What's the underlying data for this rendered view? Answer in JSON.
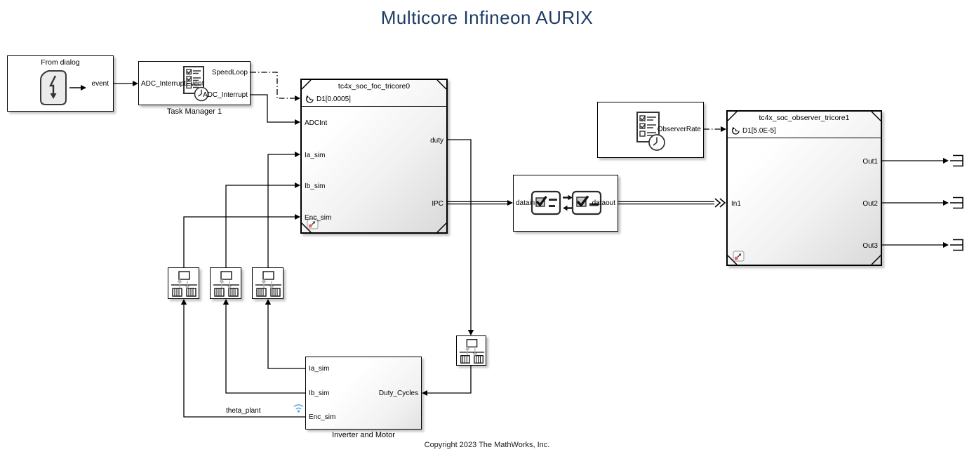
{
  "diagram": {
    "title": "Multicore Infineon AURIX",
    "copyright": "Copyright 2023 The MathWorks, Inc."
  },
  "colors": {
    "title_text": "#1e3c64",
    "wire": "#000000",
    "stream_badge_blue": "#6fa8dc",
    "badge_orange": "#e06666"
  },
  "from_dialog": {
    "title": "From dialog",
    "output": "event"
  },
  "task_manager": {
    "name": "Task Manager 1",
    "input": "ADC_InterruptEvent",
    "out_speedloop": "SpeedLoop",
    "out_adc": "ADC_Interrupt"
  },
  "foc": {
    "title": "tc4x_soc_foc_tricore0",
    "trigger": "D1[0.0005]",
    "in_adcint": "ADCInt",
    "in_ia": "Ia_sim",
    "in_ib": "Ib_sim",
    "in_enc": "Enc_sim",
    "out_duty": "duty",
    "out_ipc": "IPC"
  },
  "ipc_block": {
    "in": "datain",
    "out": "dataout"
  },
  "observer_rate": {
    "out": "ObserverRate"
  },
  "observer": {
    "title": "tc4x_soc_observer_tricore1",
    "trigger": "D1[5.0E-5]",
    "in1": "In1",
    "out1": "Out1",
    "out2": "Out2",
    "out3": "Out3"
  },
  "inverter": {
    "name": "Inverter and Motor",
    "out_ia": "Ia_sim",
    "out_ib": "Ib_sim",
    "out_enc": "Enc_sim",
    "in_duty": "Duty_Cycles"
  },
  "labels": {
    "theta_plant": "theta_plant"
  }
}
